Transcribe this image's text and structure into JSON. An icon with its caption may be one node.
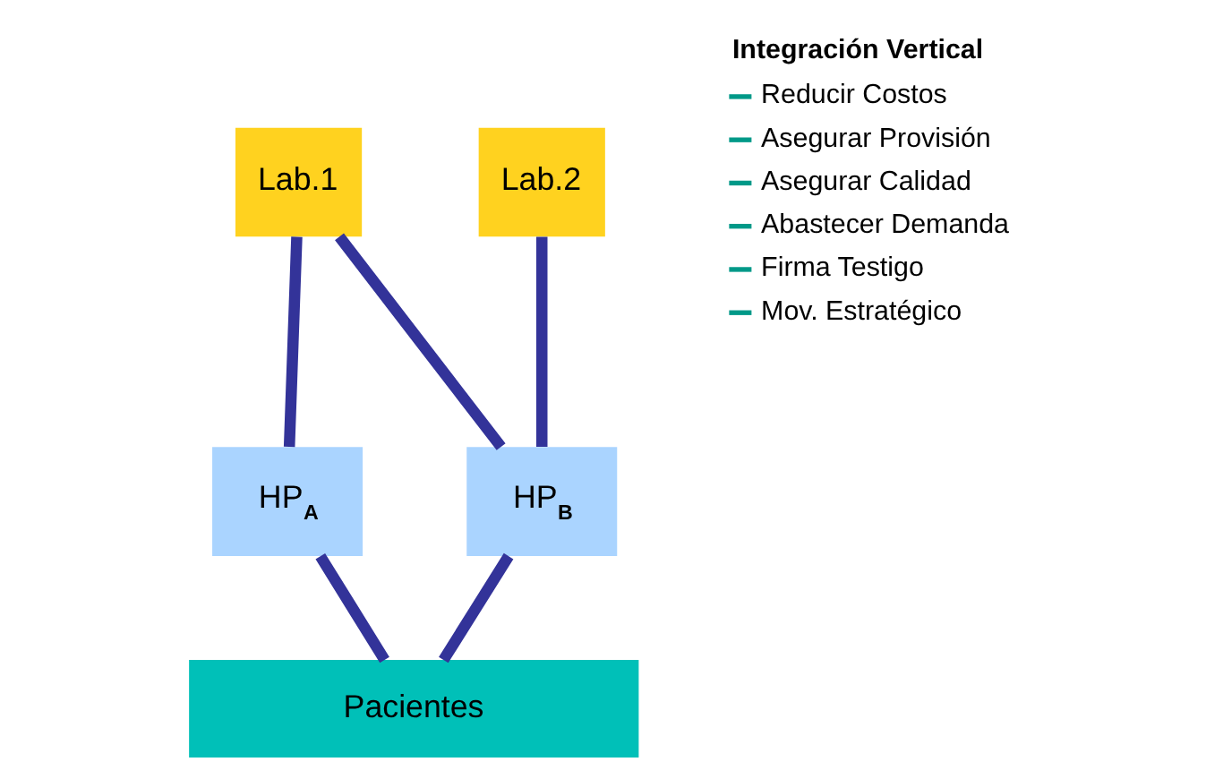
{
  "diagram": {
    "nodes": [
      {
        "text": [
          "Lab.1"
        ]
      },
      {
        "text": [
          "Lab.2"
        ]
      },
      {
        "text": [
          "HP$_{A}$"
        ]
      },
      {
        "text": [
          "HP$_{B}$"
        ]
      },
      {
        "text": [
          "Pacientes"
        ]
      }
    ],
    "edges": [
      {
        "from": 0,
        "to": 2,
        "arrow": "none"
      },
      {
        "from": 0,
        "to": 3,
        "arrow": "none"
      },
      {
        "from": 1,
        "to": 3,
        "arrow": "none"
      },
      {
        "from": 2,
        "to": 4,
        "arrow": "none"
      },
      {
        "from": 3,
        "to": 4,
        "arrow": "none"
      }
    ],
    "labels": [
      "Integración Vertical",
      "Reducir Costos",
      "Asegurar Provisión",
      "Asegurar Calidad",
      "Abastecer Demanda",
      "Firma Testigo",
      "Mov. Estratégico"
    ]
  }
}
